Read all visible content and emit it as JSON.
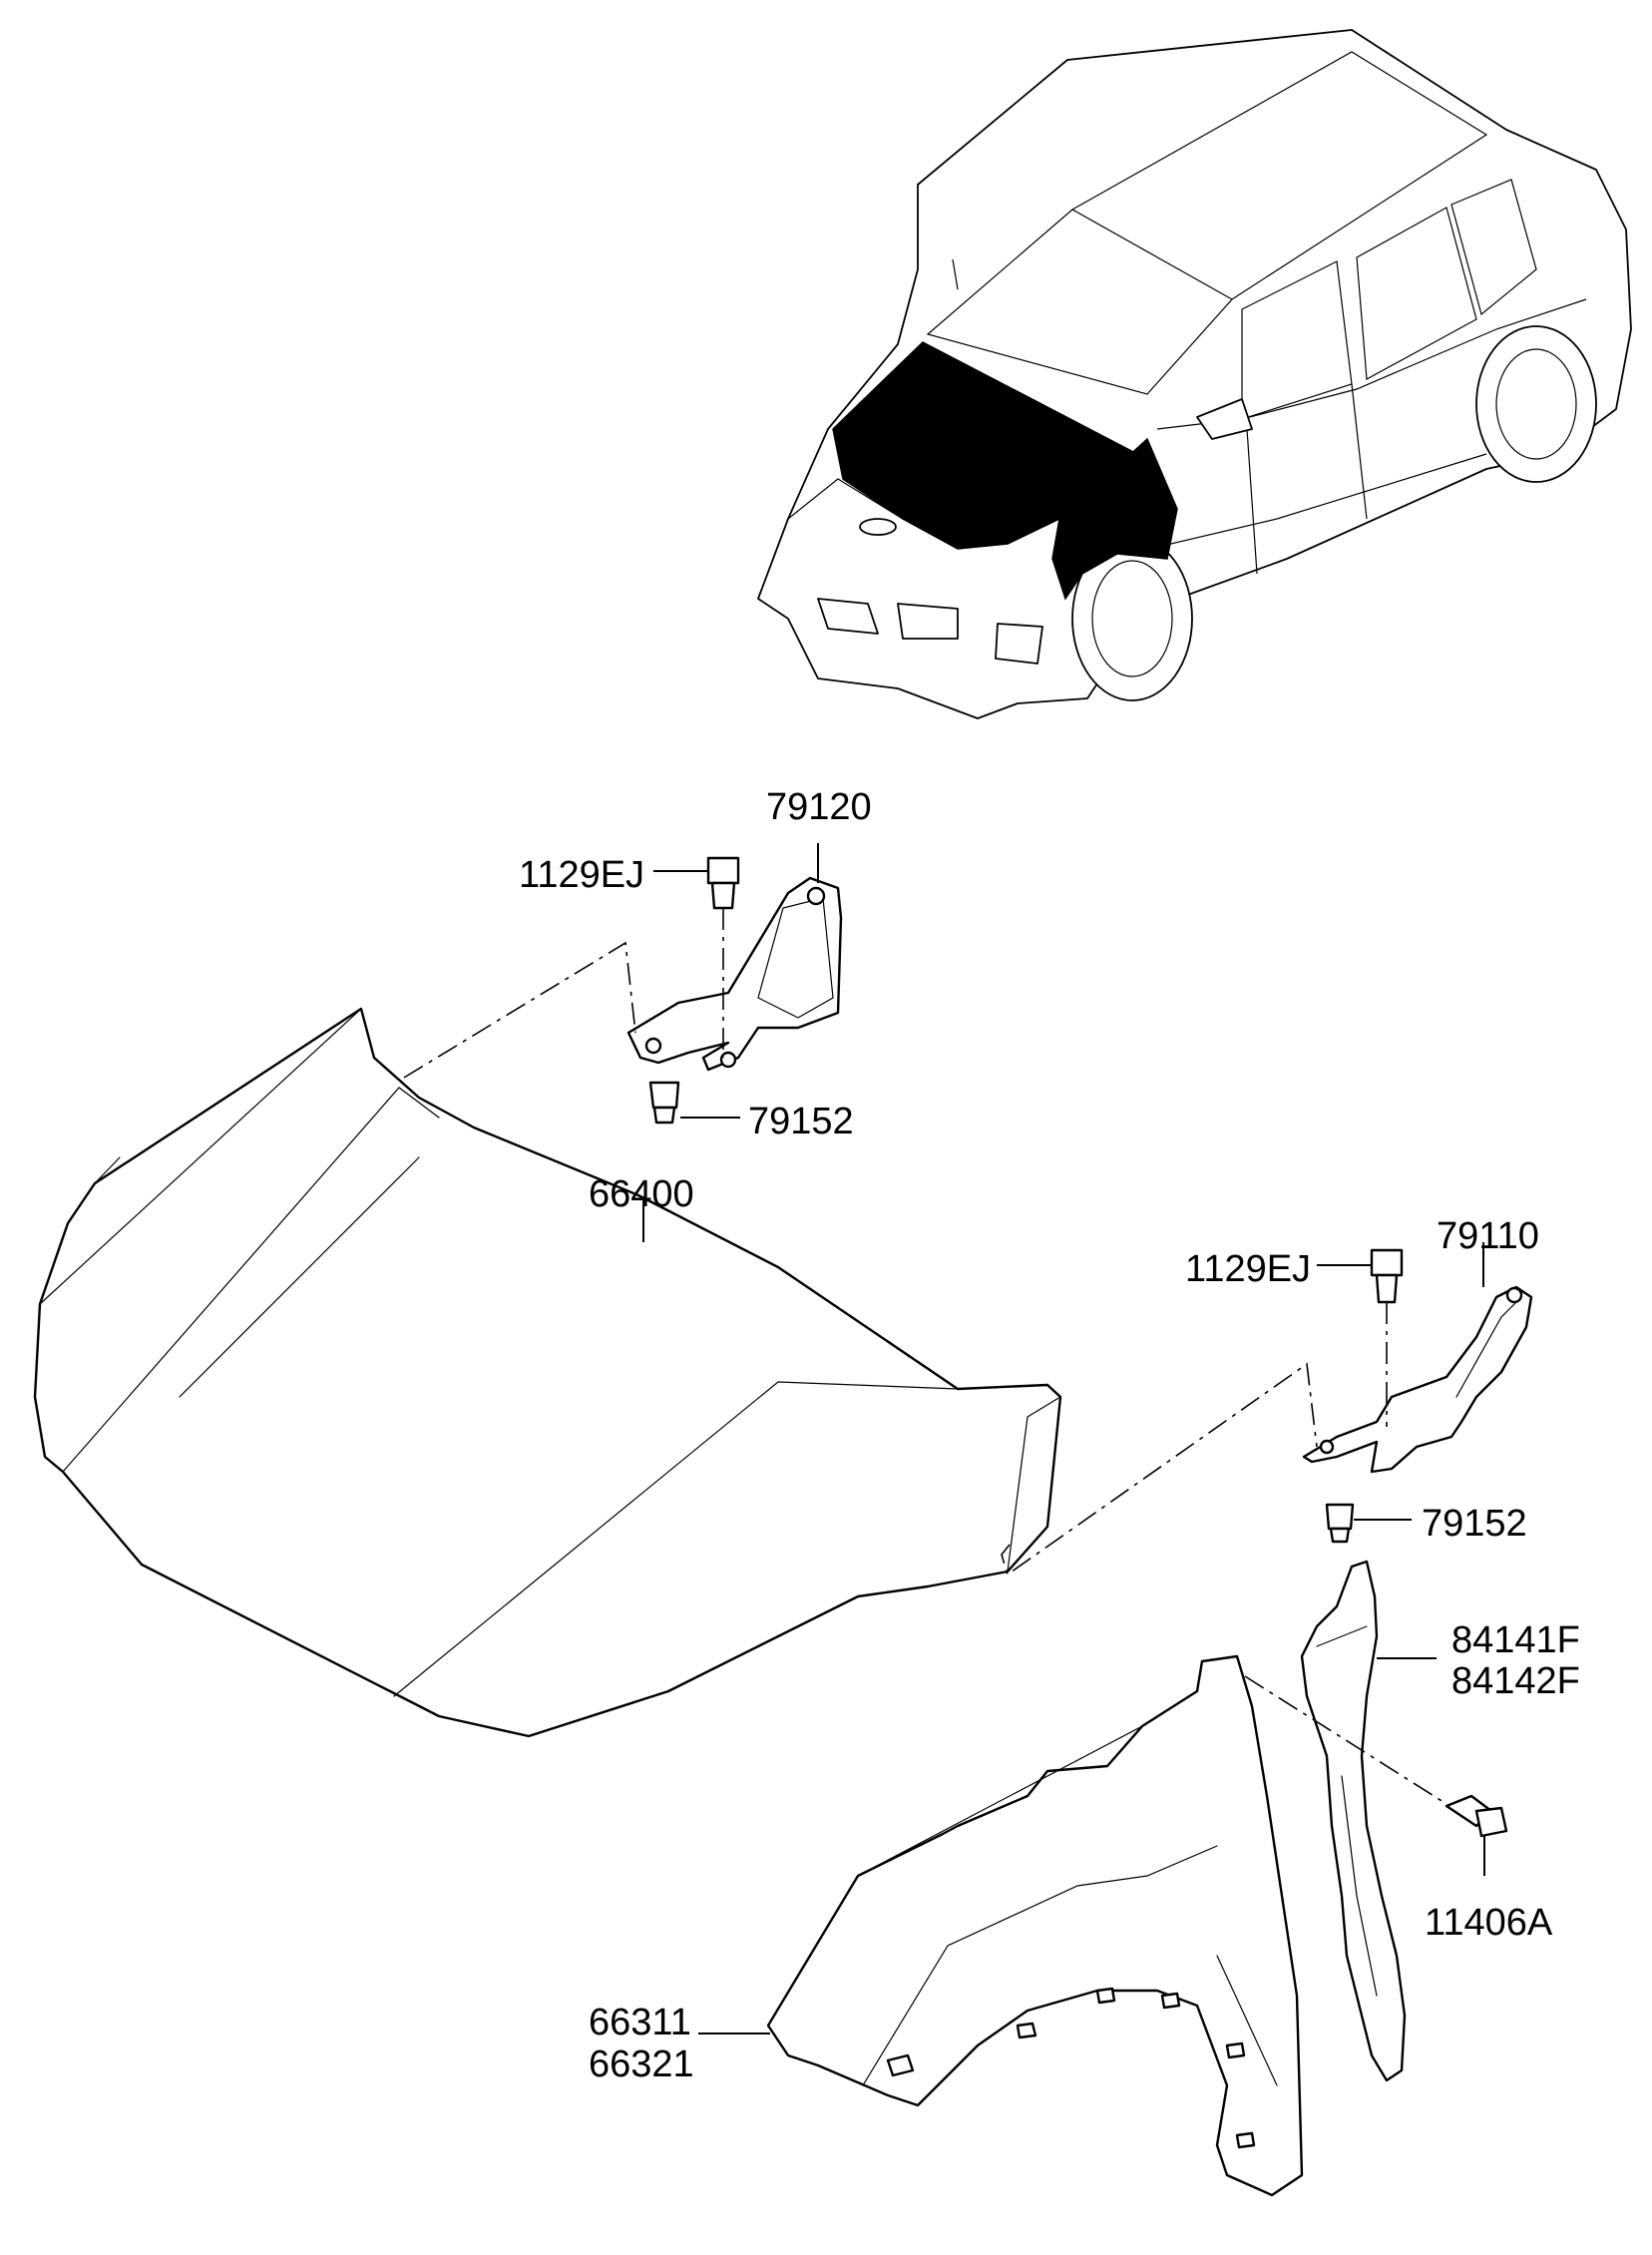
{
  "diagram": {
    "labels": [
      {
        "id": "79120",
        "text": "79120"
      },
      {
        "id": "1129EJ-upper",
        "text": "1129EJ"
      },
      {
        "id": "79152-upper",
        "text": "79152"
      },
      {
        "id": "66400",
        "text": "66400"
      },
      {
        "id": "79110",
        "text": "79110"
      },
      {
        "id": "1129EJ-lower",
        "text": "1129EJ"
      },
      {
        "id": "79152-lower",
        "text": "79152"
      },
      {
        "id": "84141F",
        "text": "84141F"
      },
      {
        "id": "84142F",
        "text": "84142F"
      },
      {
        "id": "11406A",
        "text": "11406A"
      },
      {
        "id": "66311",
        "text": "66311"
      },
      {
        "id": "66321",
        "text": "66321"
      }
    ],
    "colors": {
      "ink": "#000000",
      "paper": "#ffffff",
      "highlight": "#000000"
    }
  }
}
